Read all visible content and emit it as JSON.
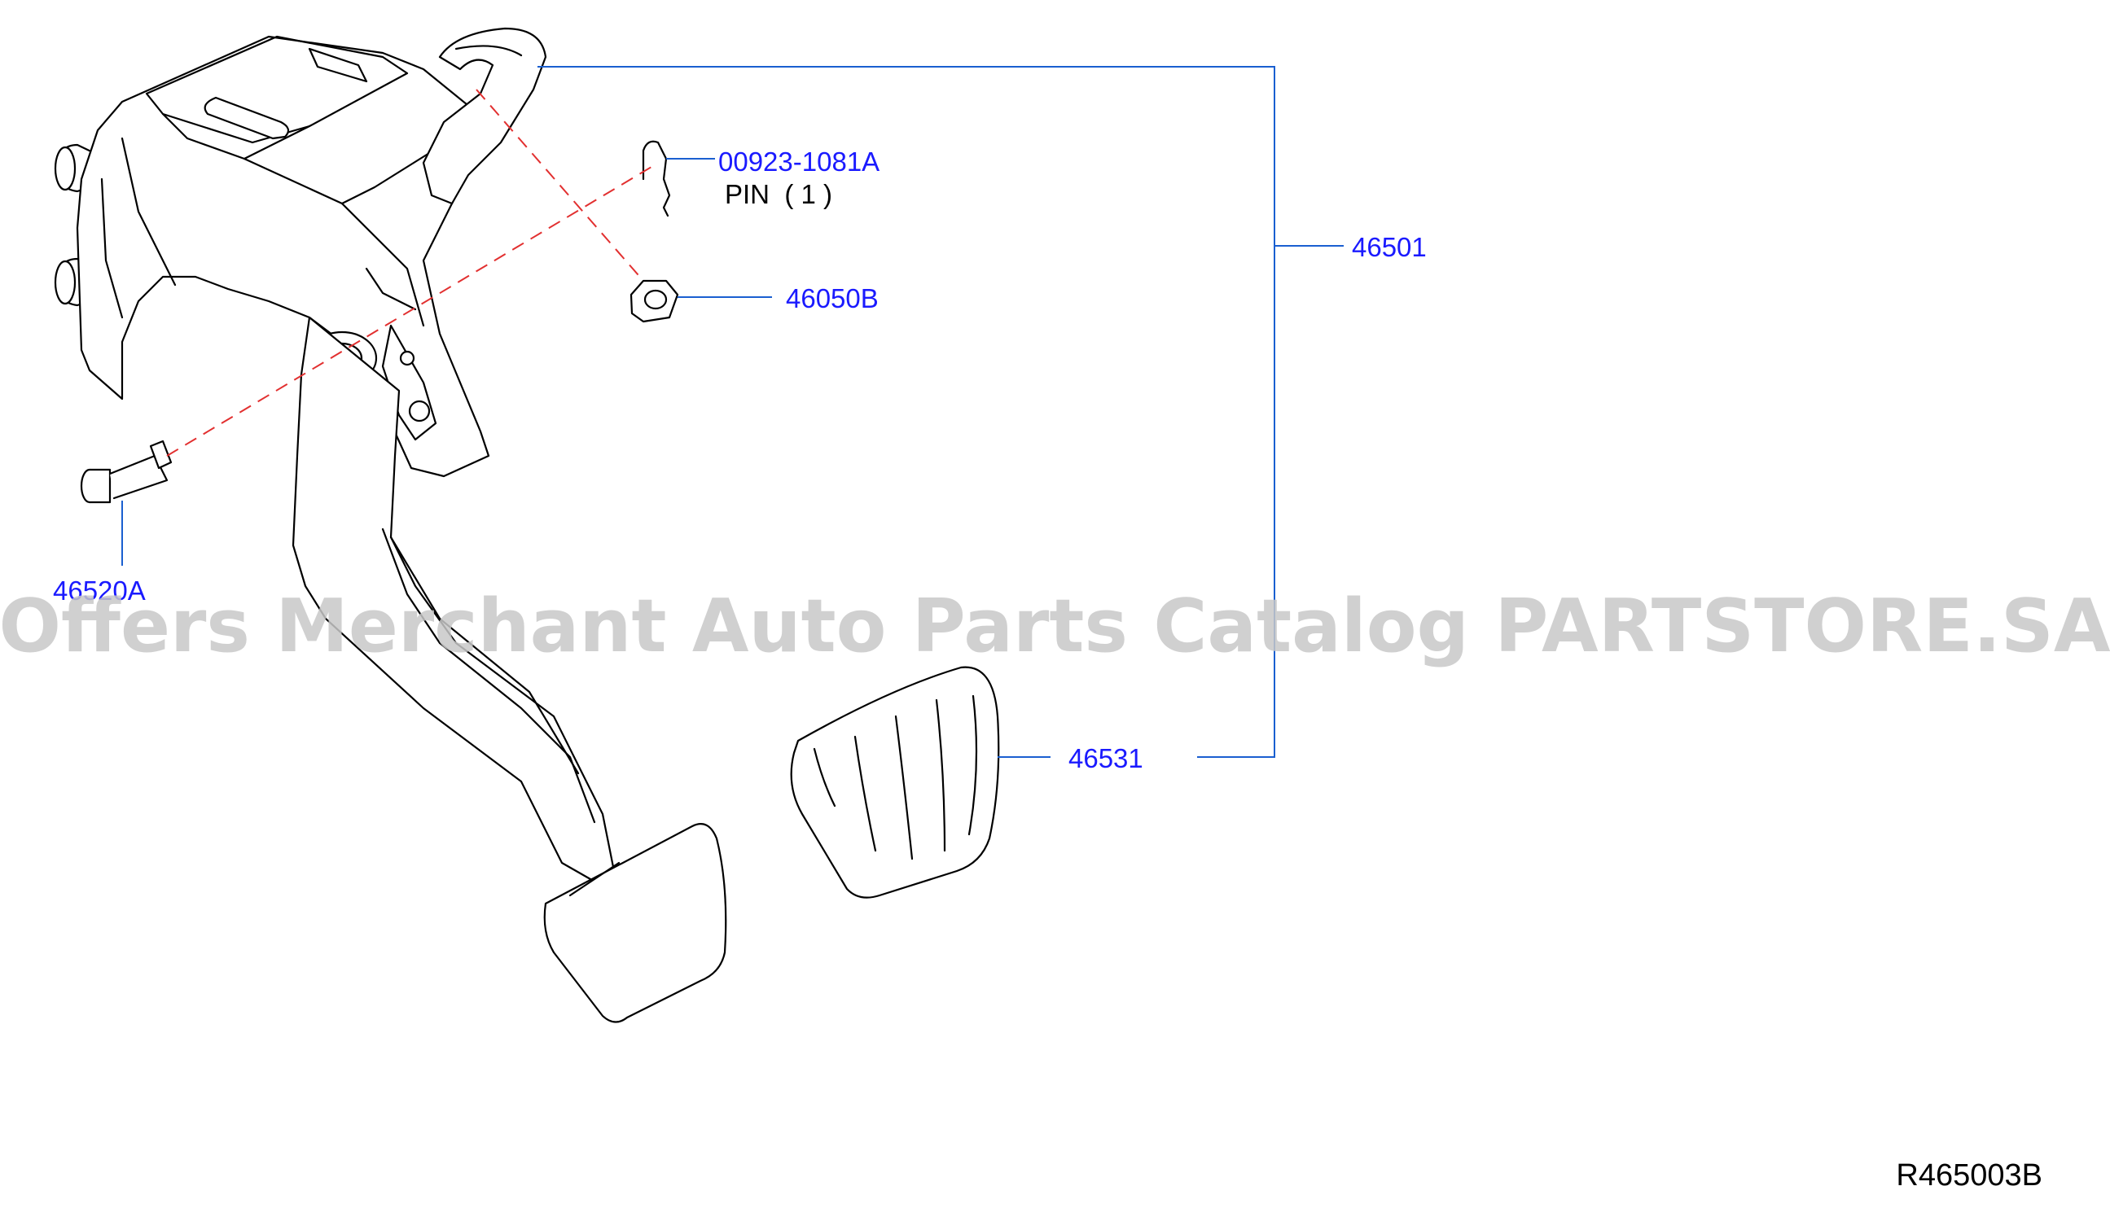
{
  "diagram": {
    "reference_code": "R465003B",
    "watermark": "Offers Merchant Auto Parts Catalog PARTSTORE.SA",
    "parts": [
      {
        "id": "46501",
        "number": "46501",
        "description": ""
      },
      {
        "id": "00923",
        "number": "00923-1081A",
        "description": "PIN  ( 1 )"
      },
      {
        "id": "46050",
        "number": "46050B",
        "description": ""
      },
      {
        "id": "46520",
        "number": "46520A",
        "description": ""
      },
      {
        "id": "46531",
        "number": "46531",
        "description": ""
      }
    ],
    "colors": {
      "part_number": "#1a1aff",
      "leader_line": "#1a5fd0",
      "center_line": "#e23030",
      "outline": "#000000",
      "watermark": "#c8c8c8"
    }
  }
}
